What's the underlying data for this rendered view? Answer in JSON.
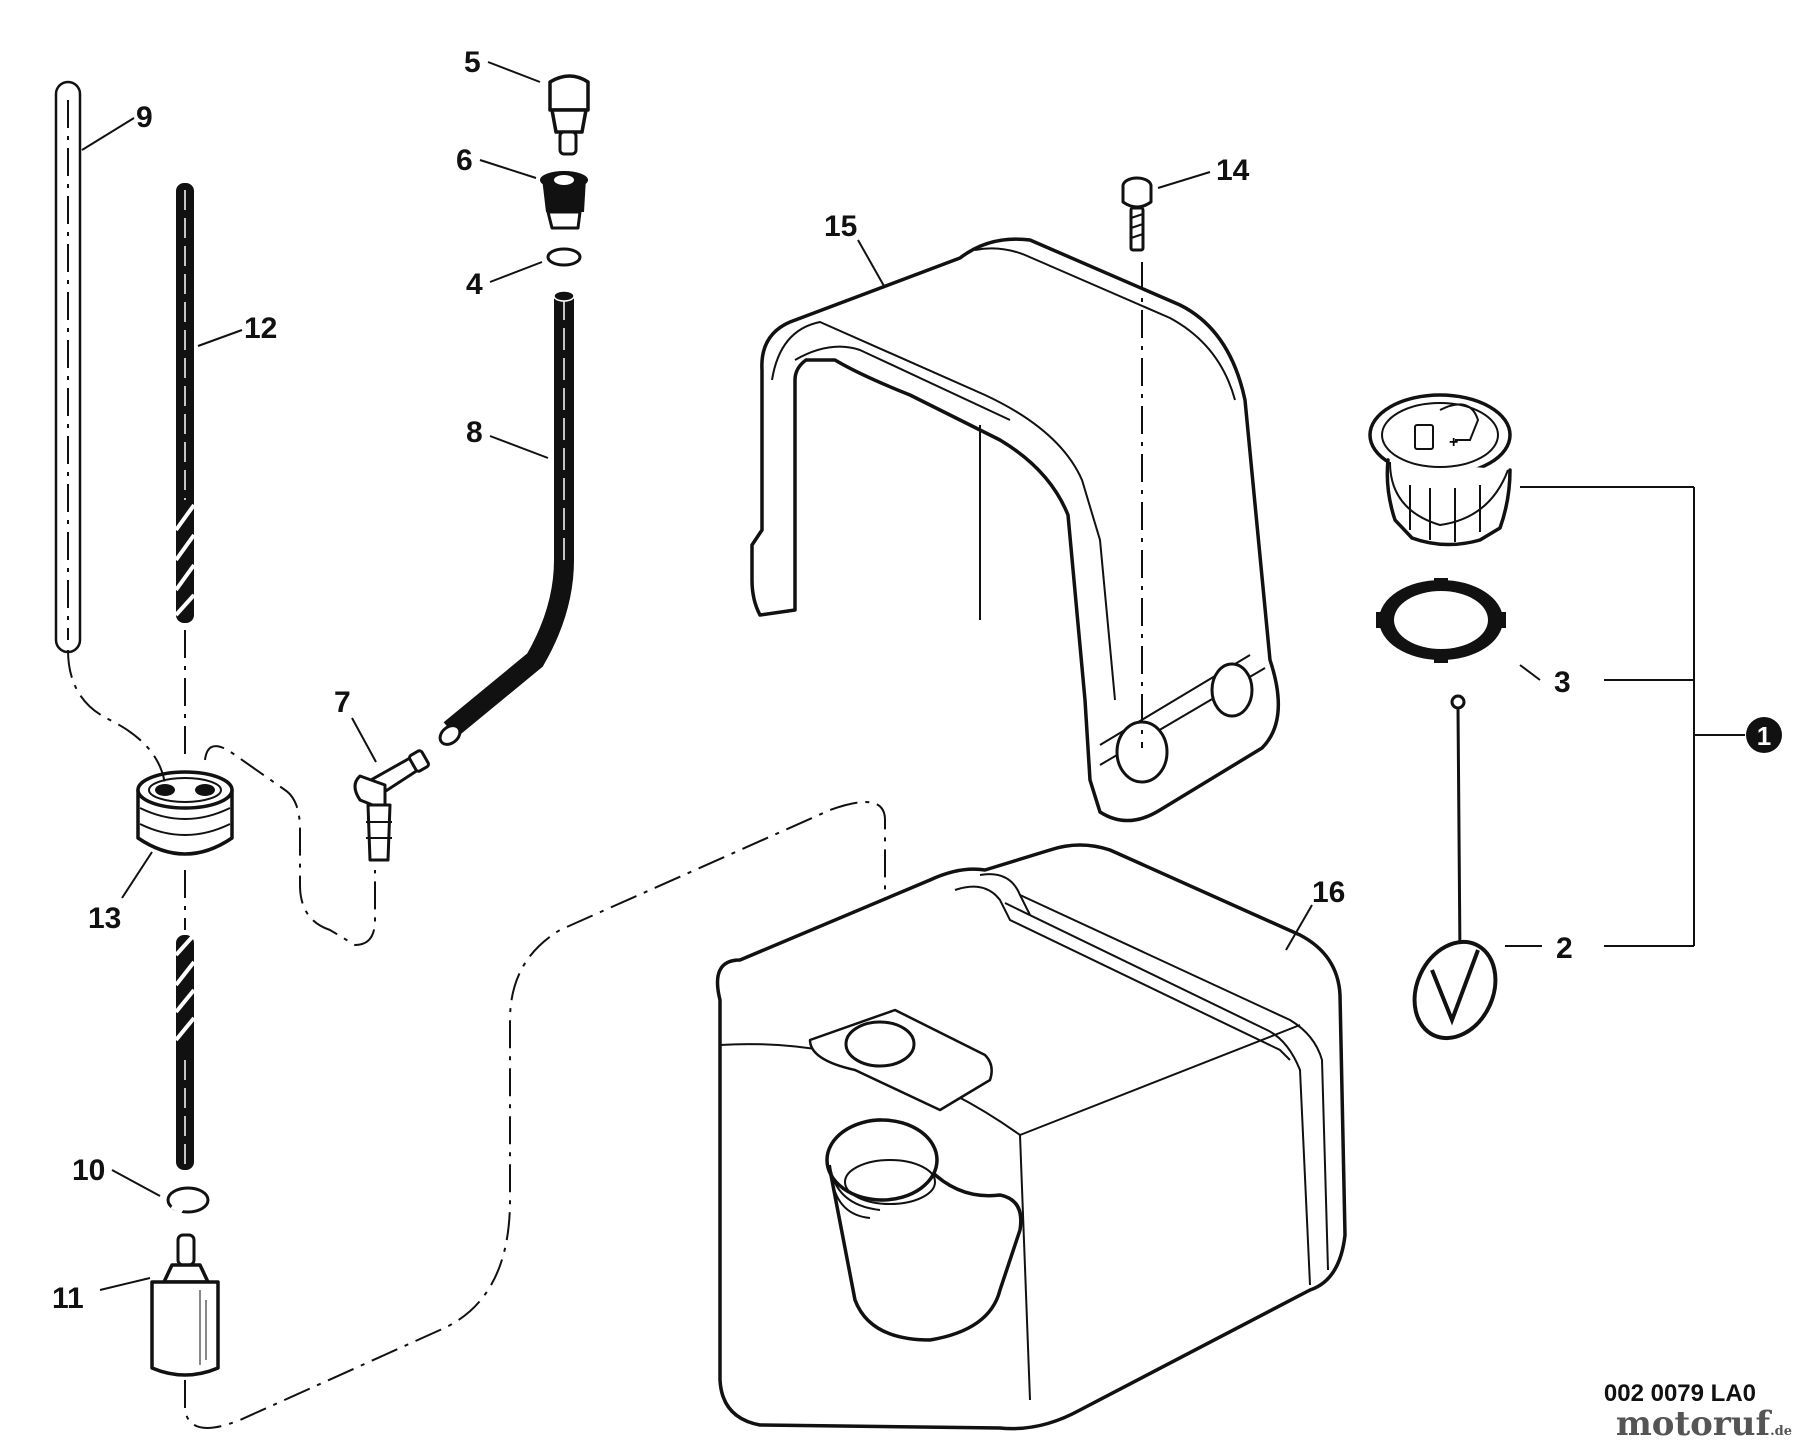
{
  "callouts": {
    "c1": "1",
    "c2": "2",
    "c3": "3",
    "c4": "4",
    "c5": "5",
    "c6": "6",
    "c7": "7",
    "c8": "8",
    "c9": "9",
    "c10": "10",
    "c11": "11",
    "c12": "12",
    "c13": "13",
    "c14": "14",
    "c15": "15",
    "c16": "16"
  },
  "drawing_number": "002 0079 LA0",
  "watermark": {
    "main": "motoruf",
    "suffix": ".de"
  }
}
